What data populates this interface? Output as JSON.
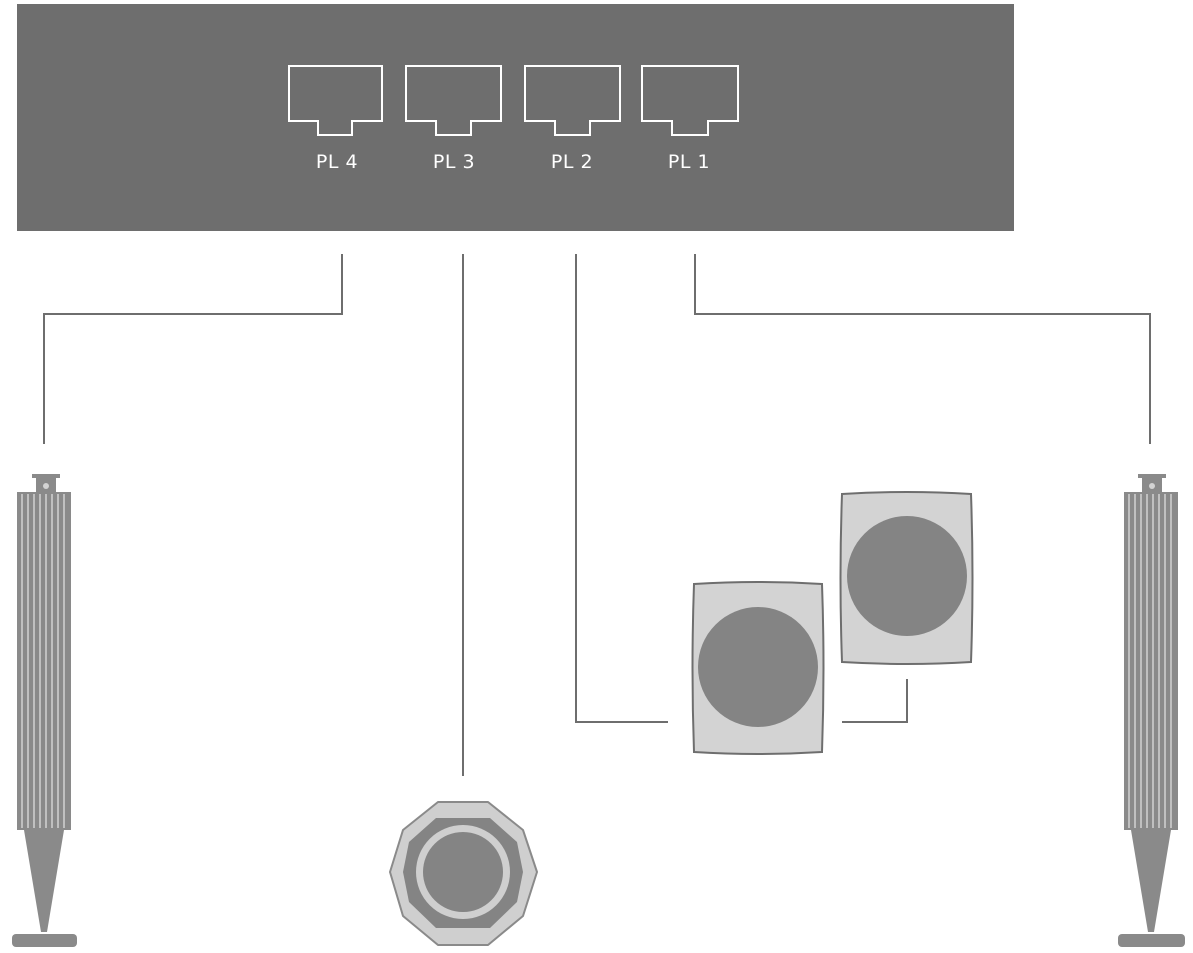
{
  "ports": [
    {
      "label": "PL 4"
    },
    {
      "label": "PL 3"
    },
    {
      "label": "PL 2"
    },
    {
      "label": "PL 1"
    }
  ],
  "colors": {
    "panel": "#6e6e6e",
    "port_outline": "#ffffff",
    "cable": "#6e6e6e",
    "speaker_body": "#8a8a8a",
    "speaker_face": "#d3d3d3",
    "driver": "#848484",
    "background": "#ffffff"
  }
}
